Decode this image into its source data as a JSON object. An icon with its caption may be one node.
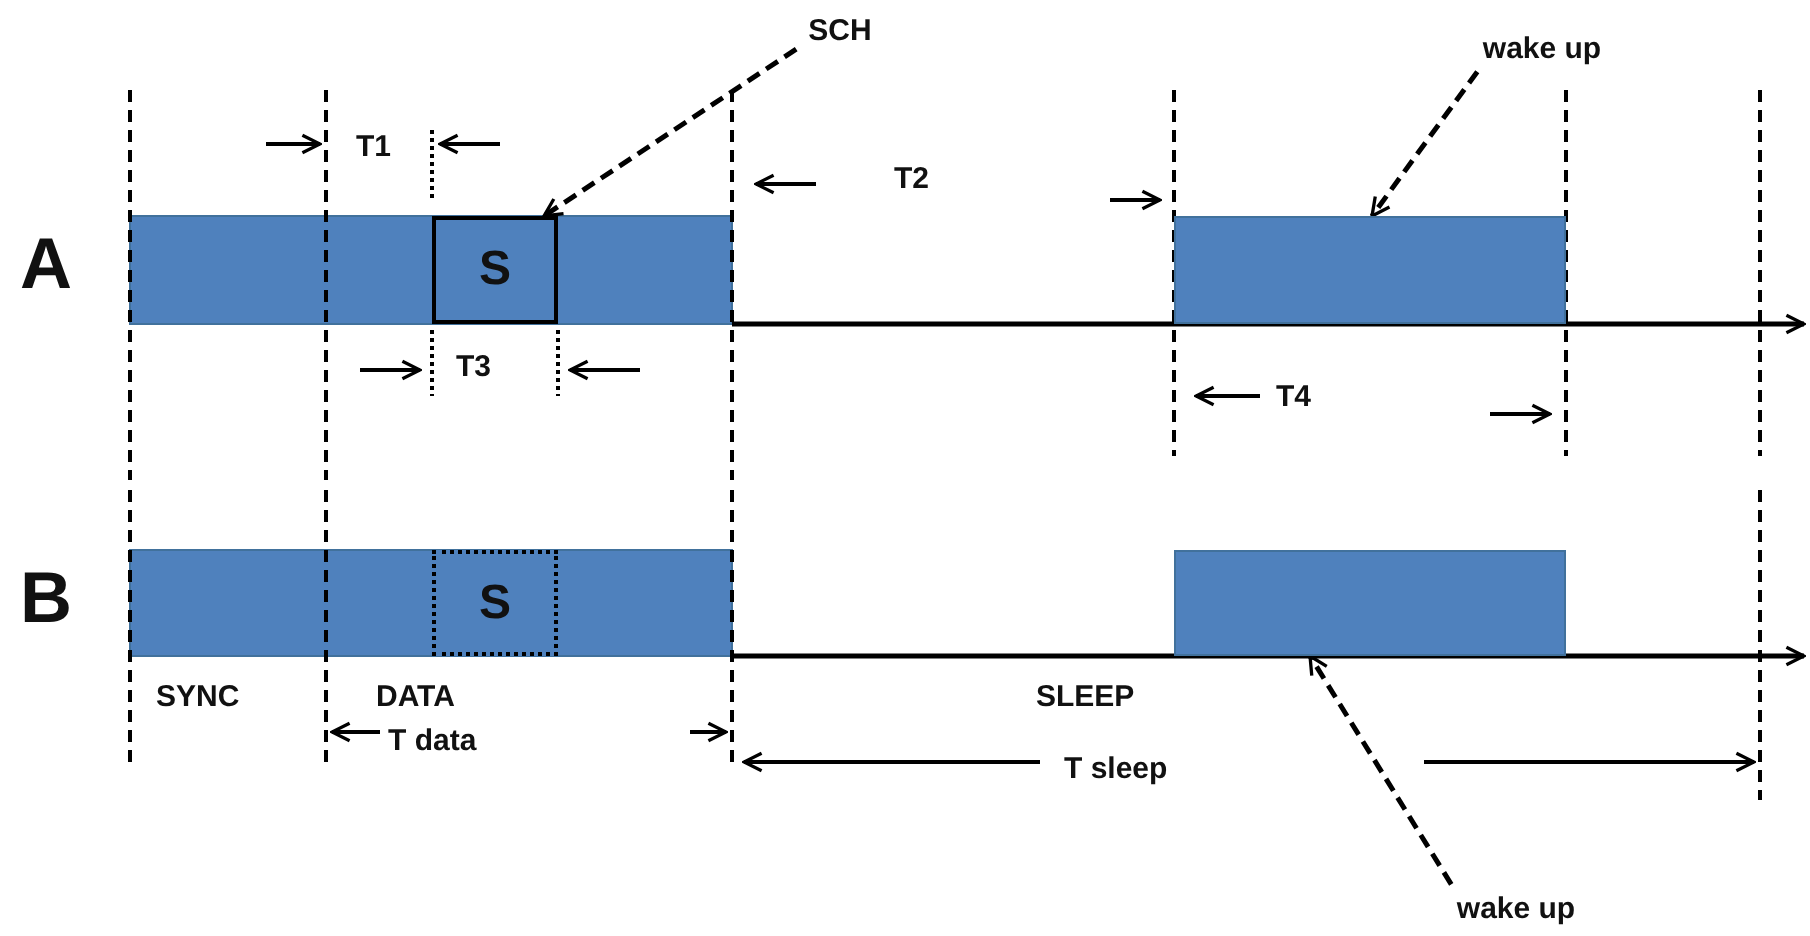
{
  "diagram": {
    "nodes": [
      {
        "text": [
          "SCH"
        ]
      },
      {
        "text": [
          "S"
        ]
      },
      {
        "text": [
          "S"
        ]
      },
      {
        "text": [
          "wake up"
        ]
      },
      {
        "text": [],
        "shape": "bar"
      },
      {
        "text": [
          "wake up"
        ]
      },
      {
        "text": [],
        "shape": "bar"
      }
    ],
    "edges": [
      {
        "from": 0,
        "to": 1,
        "arrow": "to",
        "style": "dashed"
      },
      {
        "from": 3,
        "to": 4,
        "arrow": "to",
        "style": "dashed"
      },
      {
        "from": 5,
        "to": 6,
        "arrow": "to",
        "style": "dashed"
      }
    ],
    "labels": [
      "T1",
      "T2",
      "A",
      "T3",
      "T4",
      "B",
      "SYNC",
      "DATA",
      "T data",
      "SLEEP",
      "T sleep"
    ]
  }
}
